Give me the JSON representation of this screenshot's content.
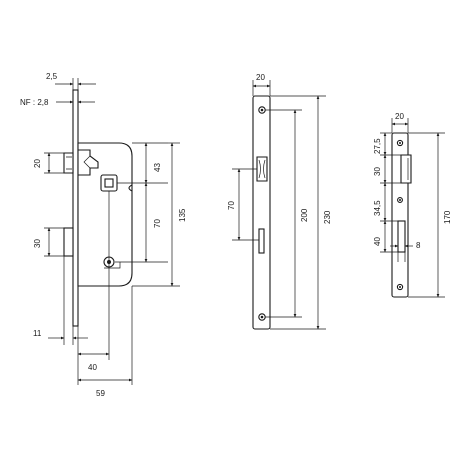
{
  "diagram": {
    "lock_body_view": {
      "dims": {
        "faceplate_thickness": "2,5",
        "nf_thickness": "NF : 2,8",
        "latch_height": "20",
        "spindle_to_top": "43",
        "spindle_to_key": "70",
        "body_height": "135",
        "bolt_height": "30",
        "offset_left": "11",
        "backset": "40",
        "body_depth": "59"
      }
    },
    "faceplate_view": {
      "dims": {
        "width": "20",
        "latch_to_bolt": "70",
        "fixing_centres": "200",
        "overall_length": "230"
      }
    },
    "strike_plate_view": {
      "dims": {
        "width": "20",
        "top_offset": "27,5",
        "latch_slot": "30",
        "slot_spacing": "34,5",
        "bolt_slot": "40",
        "bolt_slot_width": "8",
        "overall_length": "170"
      }
    }
  }
}
